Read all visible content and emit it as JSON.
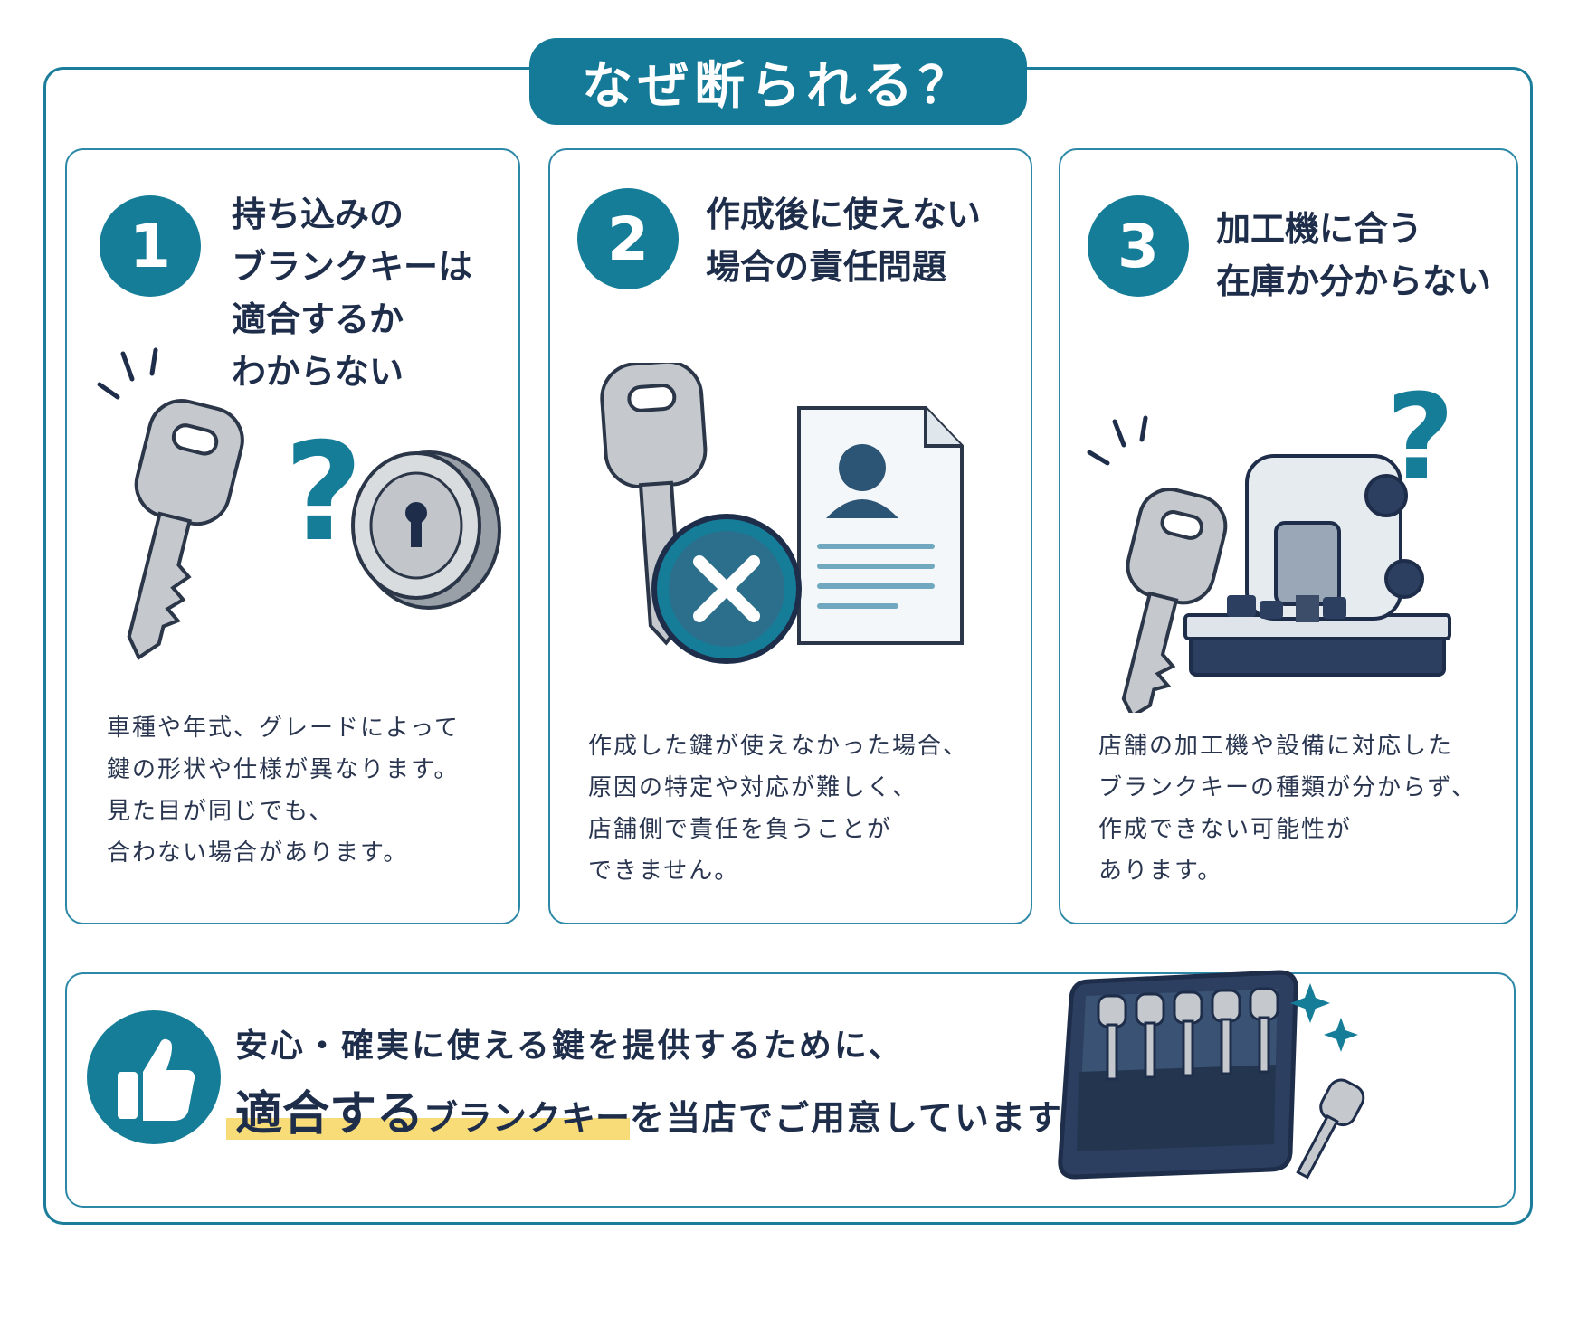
{
  "title": "なぜ断られる？",
  "cards": [
    {
      "number": "1",
      "heading": "持ち込みの\nブランクキーは\n適合するか\nわからない",
      "description": "車種や年式、グレードによって\n鍵の形状や仕様が異なります。\n見た目が同じでも、\n合わない場合があります。",
      "icons": [
        "sparkle-lines-icon",
        "key-icon",
        "question-mark-icon",
        "lock-cylinder-icon"
      ]
    },
    {
      "number": "2",
      "heading": "作成後に使えない\n場合の責任問題",
      "description": "作成した鍵が使えなかった場合、\n原因の特定や対応が難しく、\n店舗側で責任を負うことが\nできません。",
      "icons": [
        "key-icon",
        "cross-circle-icon",
        "profile-document-icon"
      ]
    },
    {
      "number": "3",
      "heading": "加工機に合う\n在庫か分からない",
      "description": "店舗の加工機や設備に対応した\nブランクキーの種類が分からず、\n作成できない可能性が\nあります。",
      "icons": [
        "sparkle-lines-icon",
        "key-icon",
        "key-cutting-machine-icon",
        "question-mark-icon"
      ]
    }
  ],
  "bottom": {
    "line1": "安心・確実に使える鍵を提供するために、",
    "highlight_big": "適合する",
    "highlight_mid": "ブランクキー",
    "line2_rest": "を当店でご用意しています。",
    "icons": [
      "thumbs-up-icon",
      "key-case-icon",
      "sparkle-icon",
      "key-icon"
    ]
  },
  "colors": {
    "primary": "#167d99",
    "navy": "#1e2d4a",
    "highlight": "#f7dc77"
  }
}
